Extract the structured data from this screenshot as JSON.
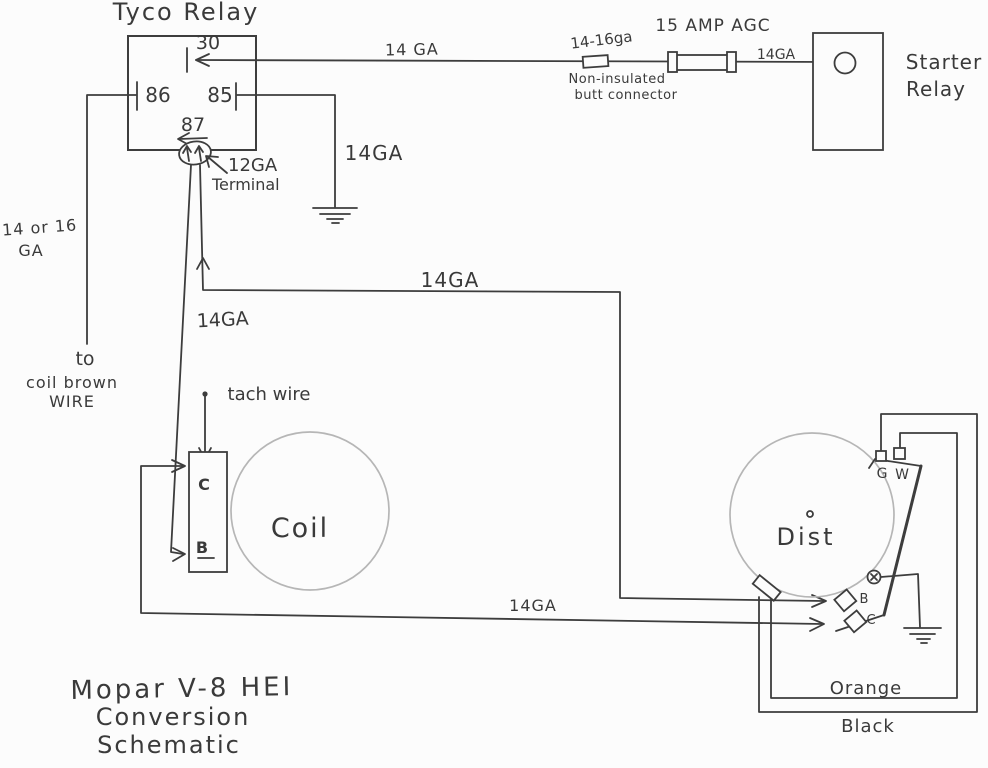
{
  "palette": {
    "ink": "#3d3d3d",
    "pencil": "#b6b6b6",
    "paper": "#fcfcfc"
  },
  "title": {
    "line1": "Mopar V-8 HEI",
    "line2": "Conversion",
    "line3": "Schematic"
  },
  "tyco_relay": {
    "label": "Tyco Relay",
    "terminal_30": "30",
    "terminal_86": "86",
    "terminal_85": "85",
    "terminal_87": "87",
    "terminal_note_line1": "12GA",
    "terminal_note_line2": "Terminal"
  },
  "starter_relay": {
    "label_line1": "Starter",
    "label_line2": "Relay"
  },
  "fuse": {
    "label": "15 AMP AGC",
    "wire_gauge": "14GA"
  },
  "butt_connector": {
    "gauge": "14-16ga",
    "note_line1": "Non-insulated",
    "note_line2": "butt connector"
  },
  "coil": {
    "label": "Coil",
    "terminal_c": "C",
    "terminal_b": "B",
    "tach_label": "tach wire"
  },
  "dist": {
    "label": "Dist",
    "terminal_g": "G",
    "terminal_w": "W",
    "terminal_b": "B",
    "terminal_c": "C"
  },
  "wires": {
    "label_top": "14 GA",
    "label_ground": "14GA",
    "label_mid": "14GA",
    "label_slant": "14GA",
    "label_bottom": "14GA",
    "label_left_line1": "14 or 16",
    "label_left_line2": "GA",
    "dest_line1": "to",
    "dest_line2": "coil brown",
    "dest_line3": "WIRE",
    "orange": "Orange",
    "black": "Black"
  }
}
